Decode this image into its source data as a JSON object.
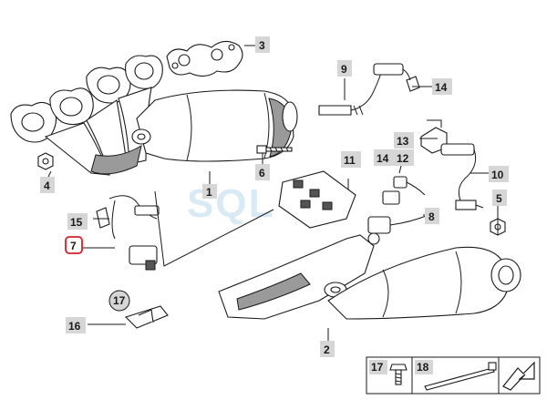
{
  "labels": {
    "l1": "1",
    "l2": "2",
    "l3": "3",
    "l4": "4",
    "l5": "5",
    "l6": "6",
    "l7": "7",
    "l8": "8",
    "l9": "9",
    "l10": "10",
    "l11": "11",
    "l12": "12",
    "l13": "13",
    "l14a": "14",
    "l14b": "14",
    "l15": "15",
    "l16": "16",
    "l17": "17",
    "l17b": "17",
    "l18": "18"
  },
  "highlight": {
    "part": "7",
    "color": "#d4202a"
  },
  "watermark": "SQL",
  "icons": [
    "bolt-icon",
    "cable-tie-icon",
    "arrow-icon"
  ]
}
